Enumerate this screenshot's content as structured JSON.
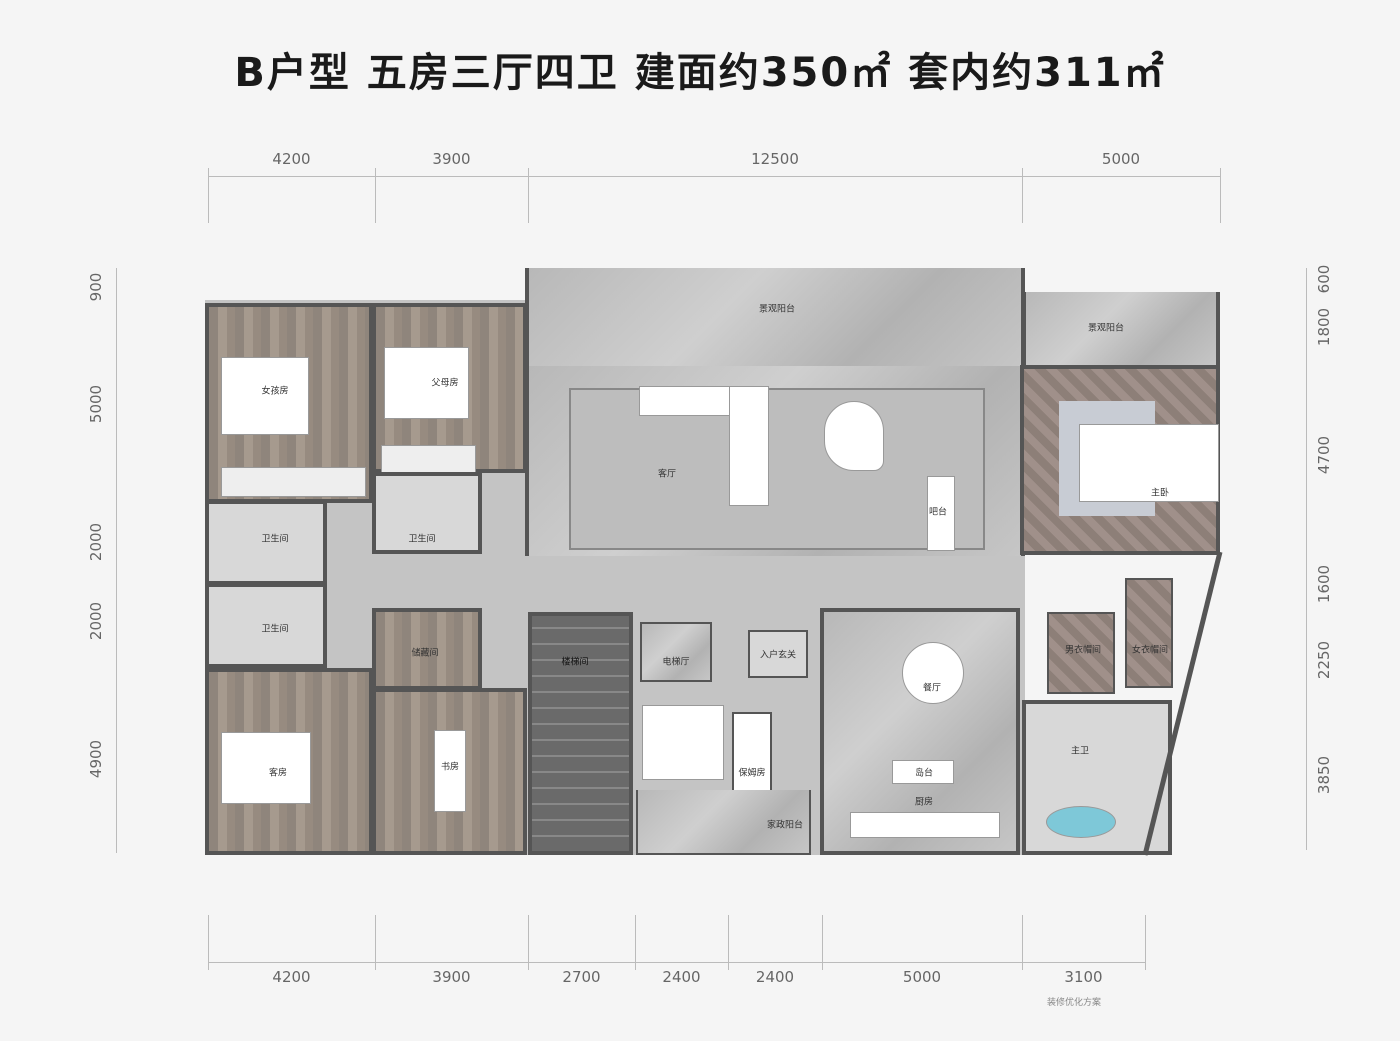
{
  "title": "B户型  五房三厅四卫  建面约350㎡  套内约311㎡",
  "dimensions": {
    "top": [
      "4200",
      "3900",
      "12500",
      "5000"
    ],
    "bottom": [
      "4200",
      "3900",
      "2700",
      "2400",
      "2400",
      "5000",
      "3100"
    ],
    "left": [
      "900",
      "5000",
      "2000",
      "2000",
      "4900"
    ],
    "right": [
      "600",
      "1800",
      "4700",
      "1600",
      "2250",
      "3850"
    ]
  },
  "rooms": {
    "girl_room": "女孩房",
    "parents_room": "父母房",
    "bath1": "卫生间",
    "bath2": "卫生间",
    "bath3": "卫生间",
    "storage": "储藏间",
    "guest_room": "客房",
    "study": "书房",
    "stair": "楼梯间",
    "elevator_hall": "电梯厅",
    "entry": "入户玄关",
    "maid_room": "保姆房",
    "service_balcony": "家政阳台",
    "balcony_main": "景观阳台",
    "balcony_master": "景观阳台",
    "living": "客厅",
    "bar": "吧台",
    "dining": "餐厅",
    "island": "岛台",
    "kitchen": "厨房",
    "master": "主卧",
    "his_closet": "男衣帽间",
    "her_closet": "女衣帽间",
    "master_bath": "主卫"
  },
  "note": "装修优化方案"
}
